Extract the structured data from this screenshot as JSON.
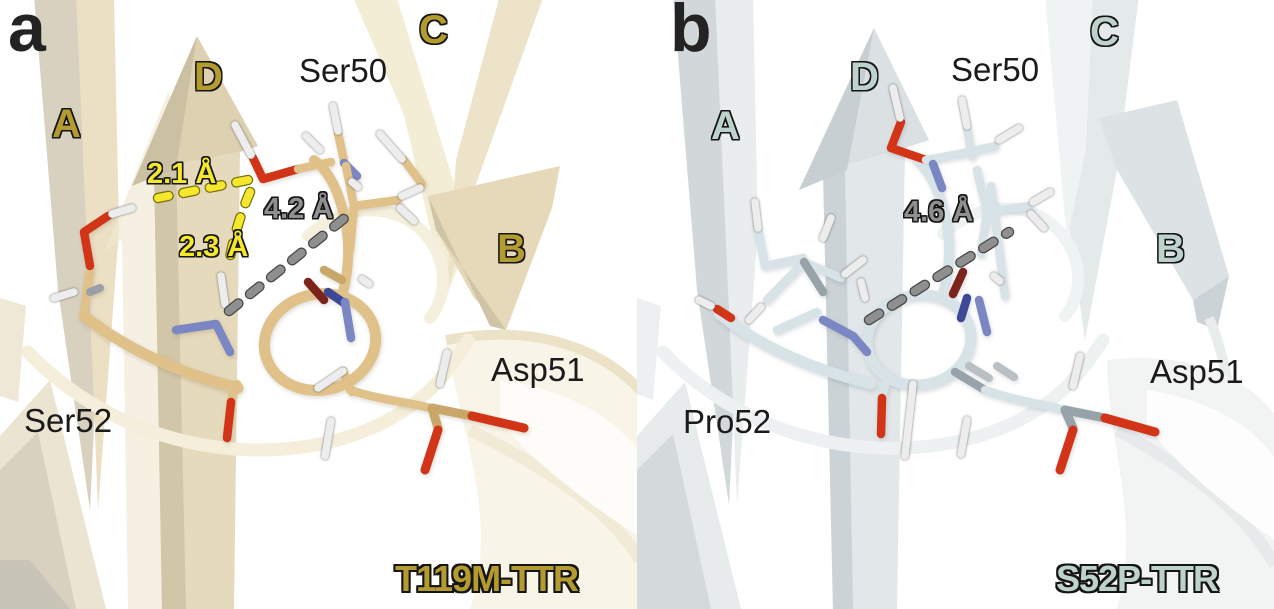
{
  "panels": [
    {
      "panel_letter": "a",
      "variant_label": "T119M-TTR",
      "strand_labels": [
        "A",
        "D",
        "C",
        "B"
      ],
      "residue_labels": [
        "Ser50",
        "Asp51",
        "Ser52"
      ],
      "distance_labels": [
        "2.1 Å",
        "2.3 Å",
        "4.2 Å"
      ],
      "colors": {
        "variant_text": "#b49b2f",
        "strand_text": "#b49b2f",
        "cartoon": "#e8dcc0",
        "stick_carbon": "#dfc189",
        "hbond_dash": "#f5e72c",
        "distance_dash": "#8f8f8f"
      }
    },
    {
      "panel_letter": "b",
      "variant_label": "S52P-TTR",
      "strand_labels": [
        "A",
        "D",
        "C",
        "B"
      ],
      "residue_labels": [
        "Ser50",
        "Asp51",
        "Pro52"
      ],
      "distance_labels": [
        "4.6 Å"
      ],
      "colors": {
        "variant_text": "#bdd2cc",
        "strand_text": "#bdd2cc",
        "cartoon": "#e6eaeb",
        "stick_carbon": "#d7e3e7",
        "distance_dash": "#8f8f8f"
      }
    }
  ],
  "atom_colors": {
    "oxygen": "#d23418",
    "nitrogen": "#7b87c3",
    "hydrogen": "#efefef"
  },
  "background": "#ffffff"
}
